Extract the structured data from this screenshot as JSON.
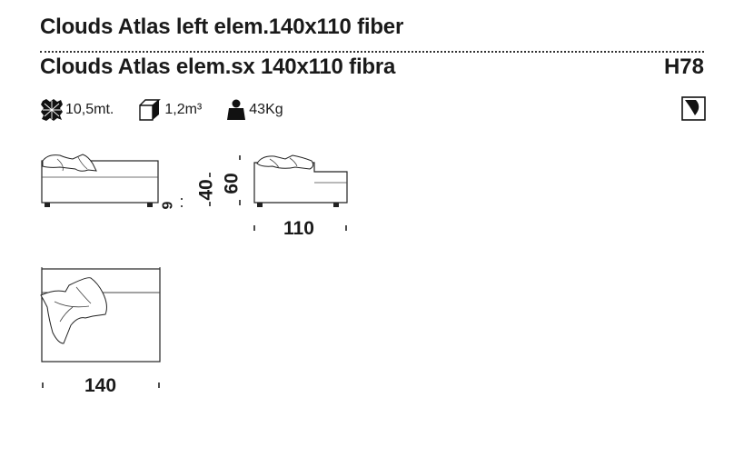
{
  "product": {
    "title_en": "Clouds Atlas left elem.140x110 fiber",
    "title_it": "Clouds Atlas elem.sx 140x110 fibra",
    "height_code": "H78"
  },
  "specs": {
    "fabric": "10,5mt.",
    "volume": "1,2m³",
    "weight": "43Kg"
  },
  "dimensions": {
    "seat_clearance": "9",
    "seat_height": "40",
    "arm_height": "60",
    "depth": "110",
    "width": "140"
  },
  "icons": {
    "fabric": "fabric-swatch-icon",
    "volume": "box-volume-icon",
    "weight": "weight-icon",
    "upholstery": "upholstery-type-icon"
  }
}
